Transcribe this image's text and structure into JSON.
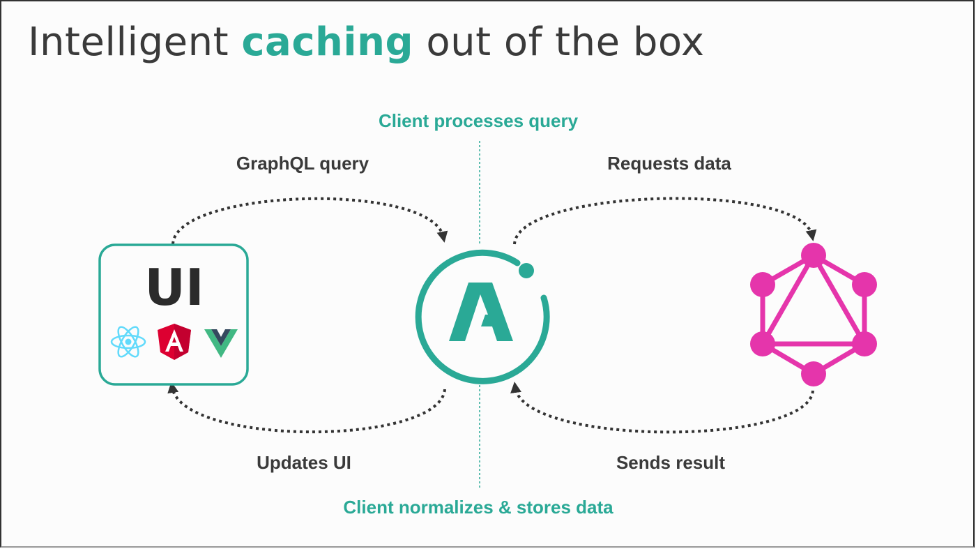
{
  "slide": {
    "title_prefix": "Intelligent ",
    "title_accent": "caching",
    "title_suffix": " out of the box"
  },
  "diagram": {
    "top_center_label": "Client processes query",
    "bottom_center_label": "Client normalizes & stores data",
    "edges": {
      "ui_to_client": "GraphQL query",
      "client_to_server": "Requests data",
      "server_to_client": "Sends result",
      "client_to_ui": "Updates UI"
    },
    "nodes": {
      "ui": {
        "label": "UI",
        "frameworks": [
          "react-icon",
          "angular-icon",
          "vue-icon"
        ]
      },
      "client": {
        "icon": "apollo-logo-icon",
        "letter": "A"
      },
      "server": {
        "icon": "graphql-logo-icon"
      }
    },
    "colors": {
      "teal": "#2aa996",
      "graphql_pink": "#e535ab",
      "text_dark": "#3a3a3a",
      "react_blue": "#61dafb",
      "angular_red": "#dd0031",
      "vue_green": "#41b883",
      "vue_dark": "#35495e"
    }
  }
}
